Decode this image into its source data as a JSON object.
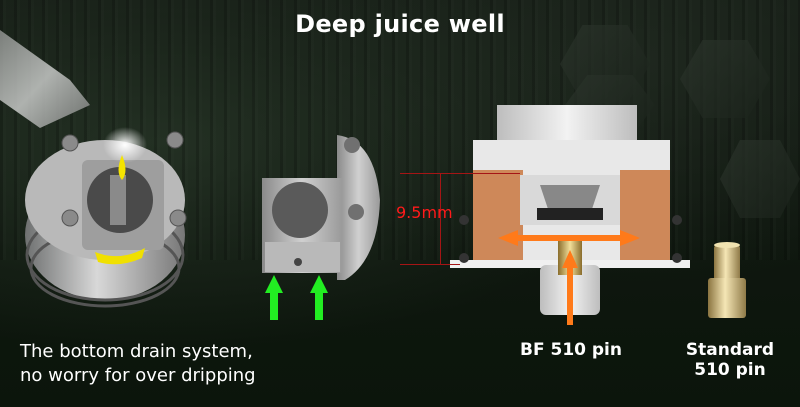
{
  "title": "Deep juice well",
  "captions": {
    "drain_line1": "The bottom drain system,",
    "drain_line2": "no worry for over dripping",
    "bf_pin": "BF 510 pin",
    "standard_line1": "Standard",
    "standard_line2": "510 pin"
  },
  "dimension": {
    "label": "9.5mm",
    "color": "#ff1a1a"
  },
  "colors": {
    "background": "#0d150d",
    "arrow_green": "#22ee22",
    "arrow_orange": "#ff7a1a",
    "juice": "#c9773f",
    "brass": "#d8c28a",
    "drop_yellow": "#f5e400"
  },
  "images": [
    {
      "name": "rda-deck-dripping",
      "description": "RDA deck with dropper bottle and yellow drop"
    },
    {
      "name": "drain-block",
      "description": "Metal block with two green upward arrows"
    },
    {
      "name": "cross-section",
      "description": "Atomizer cross-section showing juice well and BF pin airflow arrows"
    },
    {
      "name": "standard-pin",
      "description": "Brass standard 510 pin"
    }
  ]
}
